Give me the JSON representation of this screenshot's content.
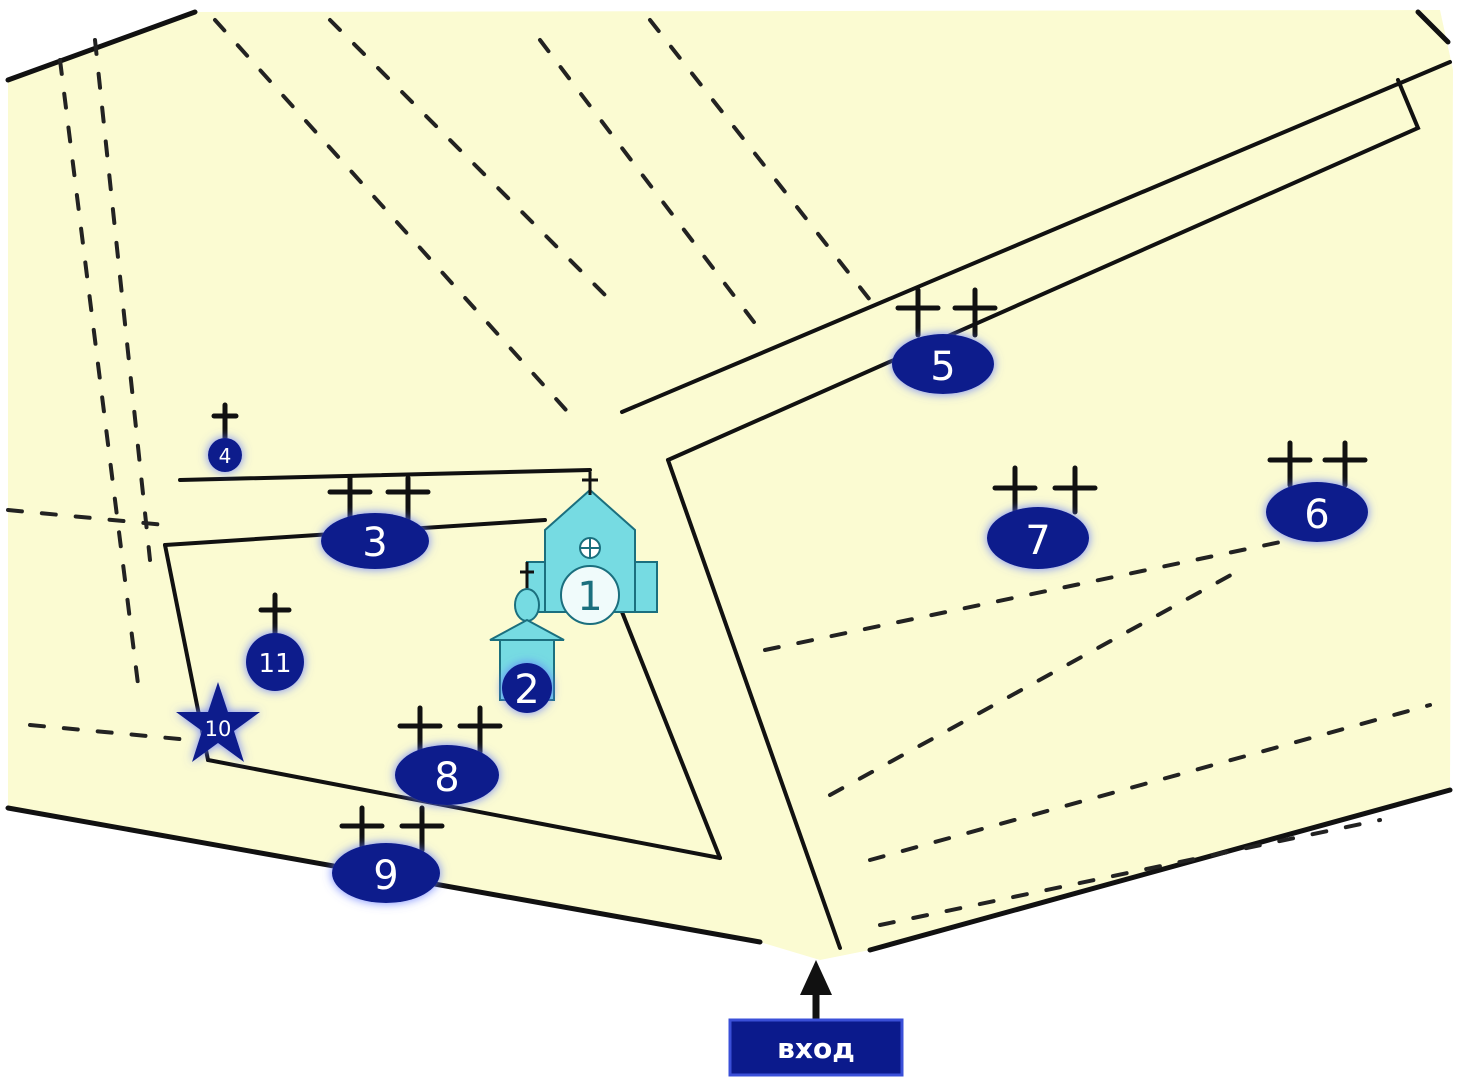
{
  "colors": {
    "ground": "#fbfbd2",
    "background": "#ffffff",
    "outline": "#111111",
    "marker_fill": "#0b1a8c",
    "marker_glow": "#5f76ff",
    "marker_text": "#ffffff",
    "church_fill": "#76dbe2",
    "church_stroke": "#1b6f7e",
    "entrance_fill": "#0b1a8c"
  },
  "markers": [
    {
      "id": "1",
      "label": "1",
      "kind": "church",
      "icon": "church-icon"
    },
    {
      "id": "2",
      "label": "2",
      "kind": "chapel",
      "icon": "chapel-icon"
    },
    {
      "id": "3",
      "label": "3",
      "kind": "graves",
      "icon": "double-cross-icon"
    },
    {
      "id": "4",
      "label": "4",
      "kind": "grave",
      "icon": "single-cross-icon"
    },
    {
      "id": "5",
      "label": "5",
      "kind": "graves",
      "icon": "double-cross-icon"
    },
    {
      "id": "6",
      "label": "6",
      "kind": "graves",
      "icon": "double-cross-icon"
    },
    {
      "id": "7",
      "label": "7",
      "kind": "graves",
      "icon": "double-cross-icon"
    },
    {
      "id": "8",
      "label": "8",
      "kind": "graves",
      "icon": "double-cross-icon"
    },
    {
      "id": "9",
      "label": "9",
      "kind": "graves",
      "icon": "double-cross-icon"
    },
    {
      "id": "10",
      "label": "10",
      "kind": "memorial",
      "icon": "star-icon"
    },
    {
      "id": "11",
      "label": "11",
      "kind": "grave",
      "icon": "single-cross-icon"
    }
  ],
  "entrance": {
    "label": "вход",
    "icon": "arrow-up-icon"
  }
}
